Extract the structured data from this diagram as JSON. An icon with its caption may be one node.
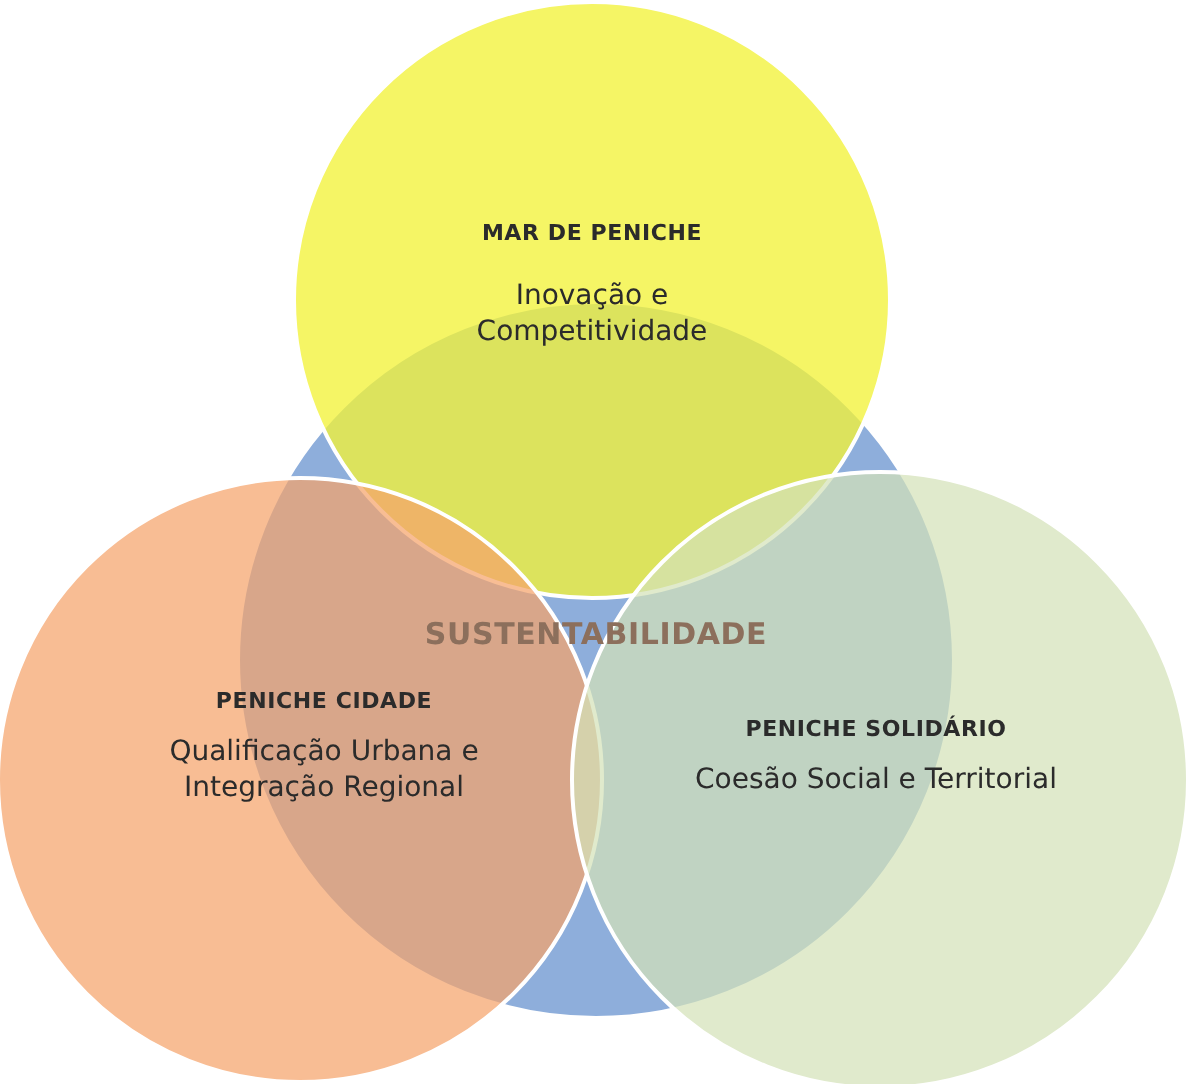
{
  "diagram": {
    "nodes": [
      {
        "text": [
          "SUSTENTABILIDADE"
        ]
      },
      {
        "text": [
          "MAR DE PENICHE",
          "Inovação e Competitividade"
        ]
      },
      {
        "text": [
          "PENICHE CIDADE",
          "Qualificação Urbana e Integração Regional"
        ]
      },
      {
        "text": [
          "PENICHE SOLIDÁRIO",
          "Coesão Social e Territorial"
        ]
      }
    ],
    "edges": []
  }
}
